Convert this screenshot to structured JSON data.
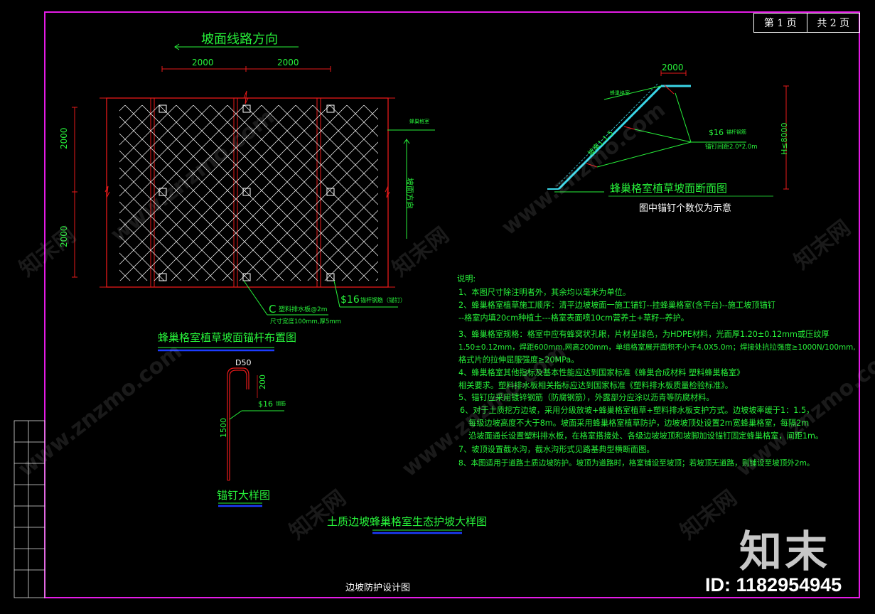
{
  "page": {
    "current": "第 1 页",
    "total": "共 2 页"
  },
  "title_bottom": "边坡防护设计图",
  "plan": {
    "direction_label": "坡面线路方向",
    "dim_h1": "2000",
    "dim_h2": "2000",
    "dim_v1": "2000",
    "dim_v2": "2000",
    "side_label_cell": "蜂巢格室",
    "side_label_dir": "坡面方向",
    "anchor_label": "$16",
    "anchor_label_note": "锚杆钢筋（锚钉）",
    "c_label": "C",
    "c_note": "塑料排水板@2m",
    "c_note2": "尺寸宽度100mm,厚5mm",
    "title": "蜂巢格室植草坡面锚杆布置图"
  },
  "section": {
    "dim_top": "2000",
    "label_cell": "蜂巢格室",
    "slope_label": "坡率1:1.5",
    "rebar_label": "$16",
    "rebar_note": "锚杆钢筋",
    "spacing_note": "锚钉间距2.0*2.0m",
    "height_label": "H≤8000",
    "title": "蜂巢格室植草坡面断面图",
    "subtitle": "图中锚钉个数仅为示意"
  },
  "anchor_detail": {
    "d_label": "D50",
    "dim_200": "200",
    "dim_1500": "1500",
    "rebar": "$16",
    "rebar_note": "钢筋",
    "title": "锚钉大样图"
  },
  "main_title": "土质边坡蜂巢格室生态护坡大样图",
  "notes": {
    "header": "说明:",
    "lines": [
      "1、本图尺寸除注明者外，其余均以毫米为单位。",
      "2、蜂巢格室植草施工顺序：清平边坡坡面一施工锚钉--挂蜂巢格室(含平台)--施工坡顶锚钉",
      "--格室内填20cm种植土---格室表面喷10cm营养土+草籽--养护。",
      "3、蜂巢格室规格：格室中应有蜂窝状孔眼，片材呈绿色，为HDPE材料，光面厚1.20±0.12mm或压纹厚",
      "1.50±0.12mm，焊距600mm,网高200mm，单组格室展开面积不小于4.0X5.0m；焊接处抗拉强度≥1000N/100mm,",
      "格式片的拉伸屈服强度≥20MPa。",
      "4、蜂巢格室其他指标及基本性能应达到国家标准《蜂巢合成材料 塑料蜂巢格室》",
      "相关要求。塑料排水板相关指标应达到国家标准《塑料排水板质量检验标准》。",
      "5、锚钉应采用镀锌钢筋（防腐钢筋），外露部分应涂以沥青等防腐材料。",
      "6、对于土质挖方边坡，采用分级放坡+蜂巢格室植草+塑料排水板支护方式。边坡坡率缓于1：1.5，",
      "每级边坡高度不大于8m。坡面采用蜂巢格室植草防护，边坡坡顶处设置2m宽蜂巢格室，每隔2m",
      "沿坡面通长设置塑料排水板，在格室搭接处、各级边坡坡顶和坡脚加设锚钉固定蜂巢格室，间距1m。",
      "7、坡顶设置截水沟，截水沟形式见路基典型横断面图。",
      "8、本图适用于道路土质边坡防护。坡顶为道路时，格室铺设至坡顶；若坡顶无道路，则铺设至坡顶外2m。"
    ]
  },
  "watermark": {
    "brand": "知末",
    "id": "ID: 1182954945",
    "site": "www.znzmo.com",
    "cn": "知末网"
  },
  "colors": {
    "frame": "#e51ce6",
    "green": "#27f23a",
    "red": "#e81a1a",
    "white": "#ffffff",
    "cyan": "#3ad6e8",
    "blue": "#1c3cff"
  }
}
